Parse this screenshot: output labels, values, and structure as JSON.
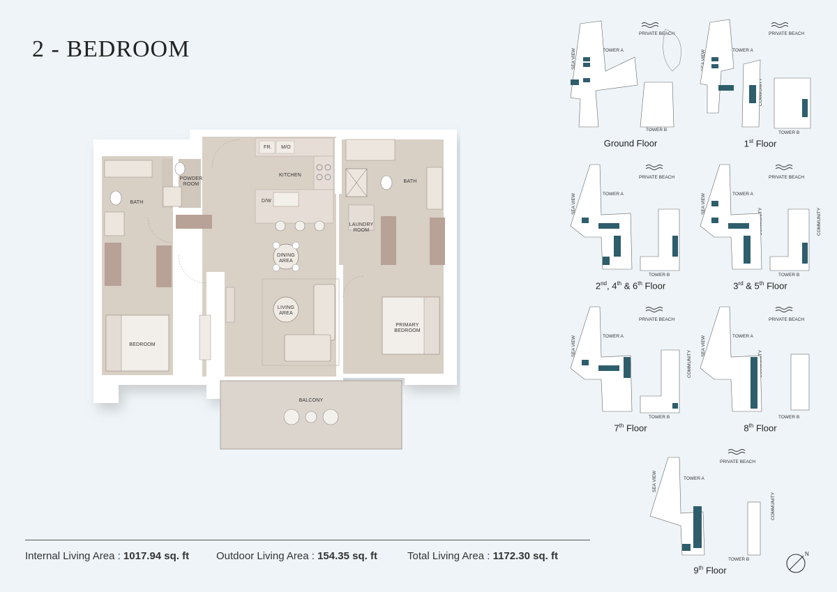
{
  "title": "2 - BEDROOM",
  "rooms": {
    "bedroom": "BEDROOM",
    "bath_left": "BATH",
    "powder_room_1": "POWDER",
    "powder_room_2": "ROOM",
    "kitchen": "KITCHEN",
    "fridge": "FR.",
    "microwave_oven": "M/O",
    "dishwasher": "D/W",
    "dining_1": "DINING",
    "dining_2": "AREA",
    "living_1": "LIVING",
    "living_2": "AREA",
    "laundry_1": "LAUNDRY",
    "laundry_2": "ROOM",
    "bath_right": "BATH",
    "primary_1": "PRIMARY",
    "primary_2": "BEDROOM",
    "balcony": "BALCONY"
  },
  "areas": {
    "internal_label": "Internal Living Area : ",
    "internal_value": "1017.94 sq. ft",
    "outdoor_label": "Outdoor Living Area : ",
    "outdoor_value": "154.35 sq. ft",
    "total_label": "Total Living Area : ",
    "total_value": "1172.30 sq. ft"
  },
  "key_labels": {
    "private_beach": "PRIVATE BEACH",
    "tower_a": "TOWER A",
    "tower_b": "TOWER B",
    "sea_view": "SEA VIEW",
    "community": "COMMUNITY"
  },
  "floors": [
    {
      "num": "",
      "sup": "",
      "rest": "Ground Floor"
    },
    {
      "num": "1",
      "sup": "st",
      "rest": " Floor"
    },
    {
      "num": "2",
      "sup": "nd",
      "rest": ", 4"
    },
    {
      "num": "3",
      "sup": "rd",
      "rest": " & 5"
    },
    {
      "num": "7",
      "sup": "th",
      "rest": " Floor"
    },
    {
      "num": "8",
      "sup": "th",
      "rest": " Floor"
    },
    {
      "num": "9",
      "sup": "th",
      "rest": " Floor"
    }
  ],
  "floor_extra": {
    "f246_sup2": "th",
    "f246_mid": " & 6",
    "f246_sup3": "th",
    "f246_end": " Floor",
    "f35_sup2": "th",
    "f35_end": " Floor"
  },
  "compass_label": "N",
  "colors": {
    "highlight": "#2e5d6b",
    "wall": "#ffffff",
    "floor": "#d9d0c6",
    "accent_wood": "#b79f93"
  }
}
